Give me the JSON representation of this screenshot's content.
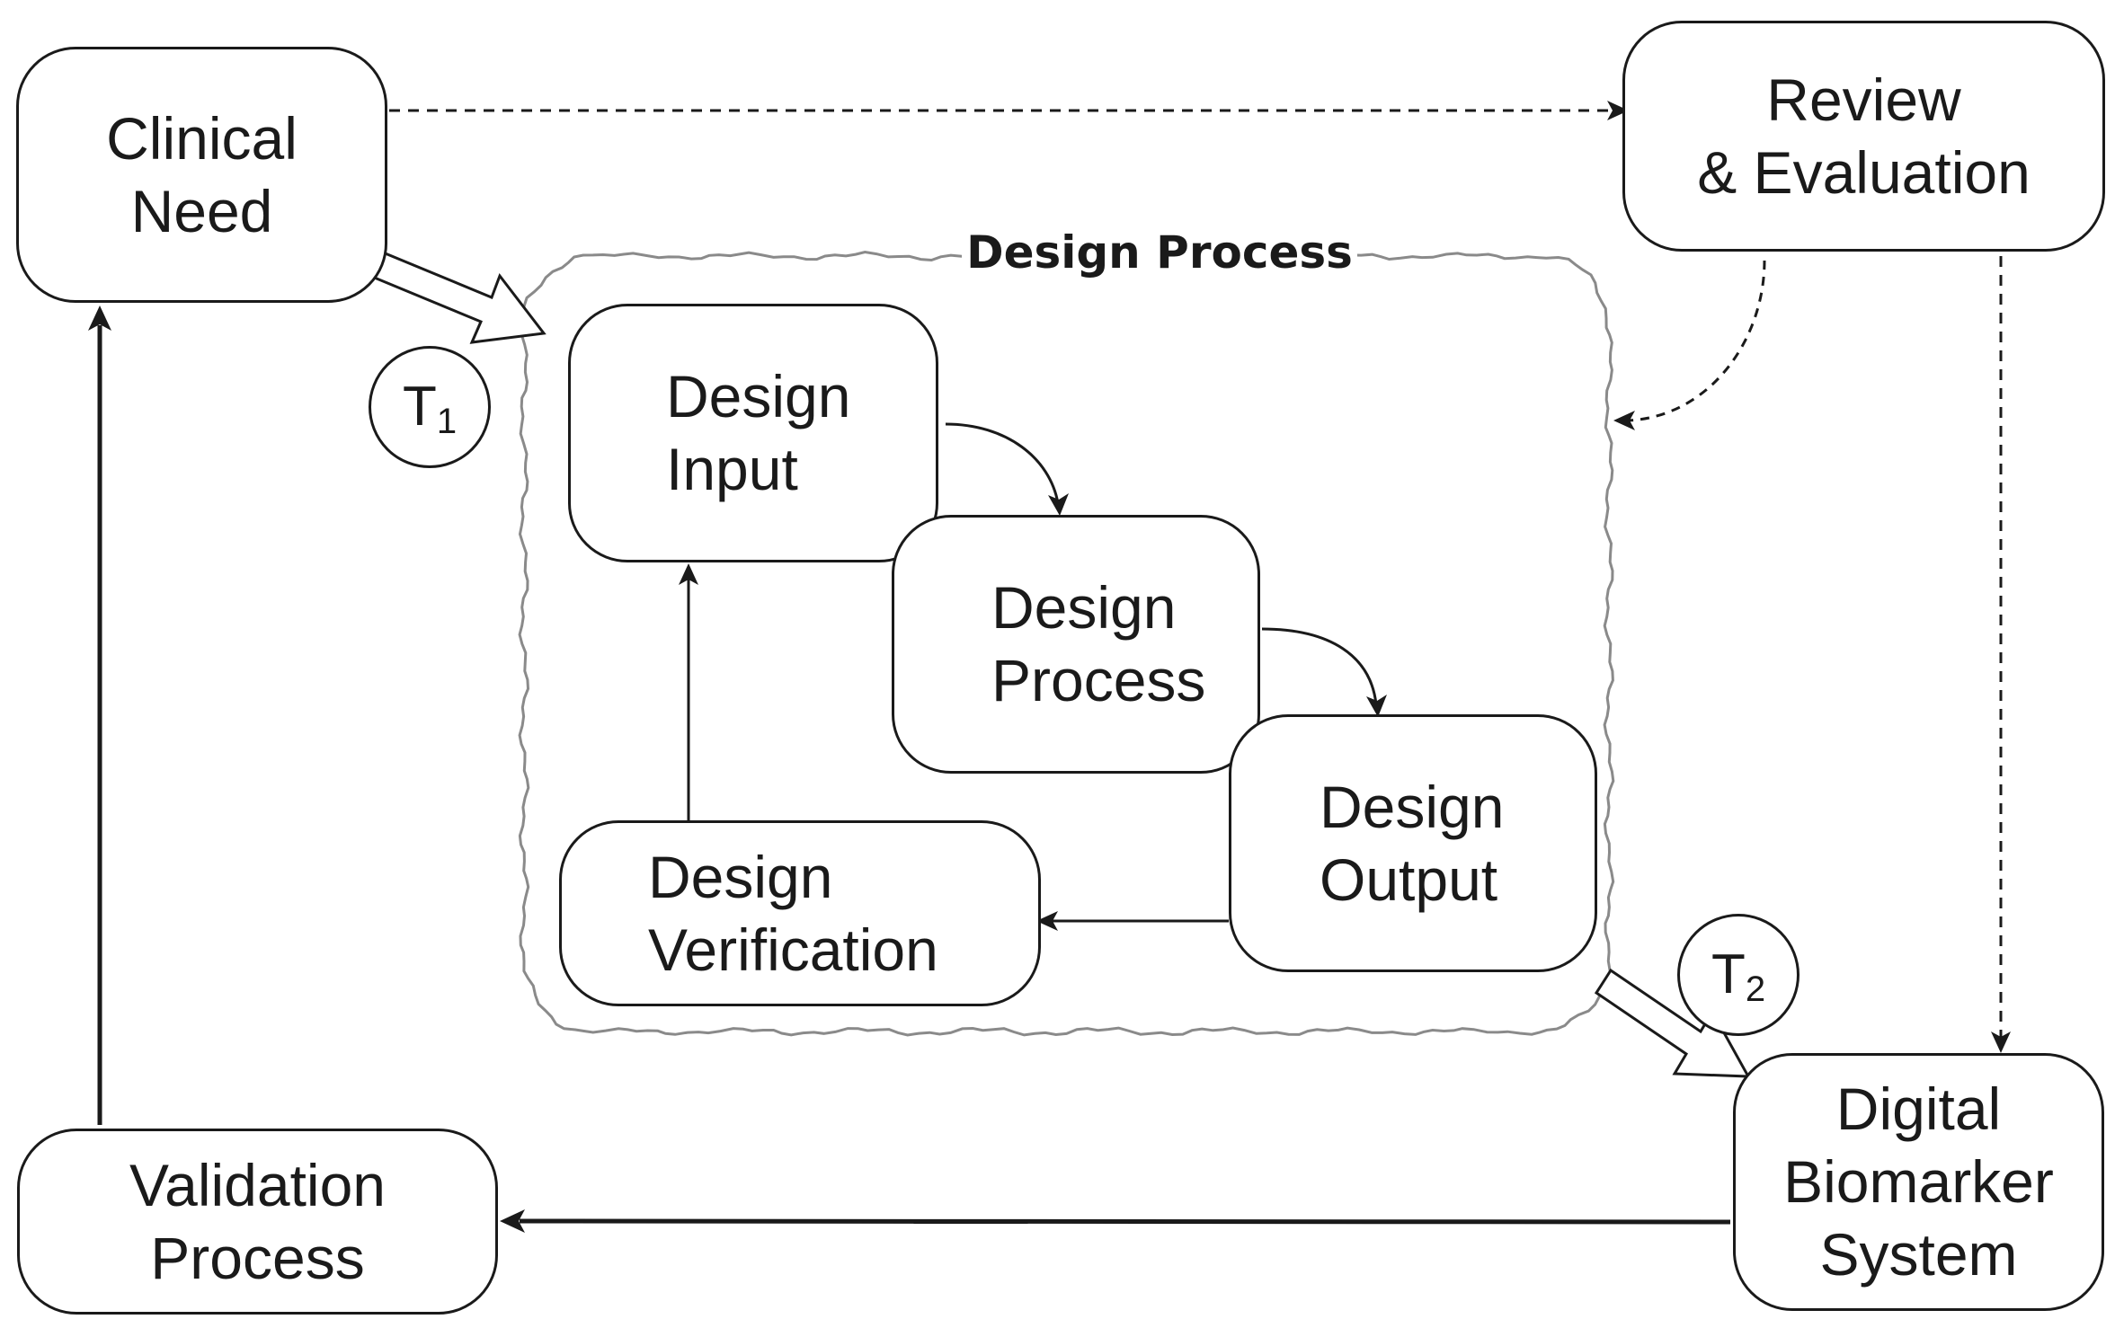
{
  "colors": {
    "stroke": "#1a1a1a",
    "group_outline": "#8a8a8a",
    "background": "#ffffff"
  },
  "group": {
    "title": "Design Process"
  },
  "nodes": {
    "clinical_need": {
      "line1": "Clinical",
      "line2": "Need"
    },
    "review_evaluation": {
      "line1": "Review",
      "line2": "& Evaluation"
    },
    "design_input": {
      "line1": "Design",
      "line2": "Input"
    },
    "design_process": {
      "line1": "Design",
      "line2": "Process"
    },
    "design_output": {
      "line1": "Design",
      "line2": "Output"
    },
    "design_verification": {
      "line1": "Design",
      "line2": "Verification"
    },
    "validation_process": {
      "line1": "Validation",
      "line2": "Process"
    },
    "digital_biomarker_system": {
      "line1": "Digital",
      "line2": "Biomarker",
      "line3": "System"
    }
  },
  "markers": {
    "t1": {
      "letter": "T",
      "subscript": "1"
    },
    "t2": {
      "letter": "T",
      "subscript": "2"
    }
  },
  "edges": [
    {
      "from": "Clinical Need",
      "to": "Review & Evaluation",
      "style": "dashed"
    },
    {
      "from": "Review & Evaluation",
      "to": "Design Process",
      "style": "dashed"
    },
    {
      "from": "Review & Evaluation",
      "to": "Digital Biomarker System",
      "style": "dashed"
    },
    {
      "from": "Clinical Need",
      "to": "Design Process",
      "style": "hollow-arrow"
    },
    {
      "from": "Design Process",
      "to": "Digital Biomarker System",
      "style": "hollow-arrow"
    },
    {
      "from": "Design Input",
      "to": "Design Process",
      "style": "curved"
    },
    {
      "from": "Design Process",
      "to": "Design Output",
      "style": "curved"
    },
    {
      "from": "Design Output",
      "to": "Design Verification",
      "style": "solid"
    },
    {
      "from": "Design Verification",
      "to": "Design Input",
      "style": "solid"
    },
    {
      "from": "Digital Biomarker System",
      "to": "Validation Process",
      "style": "solid-bold"
    },
    {
      "from": "Validation Process",
      "to": "Clinical Need",
      "style": "solid-bold"
    }
  ]
}
